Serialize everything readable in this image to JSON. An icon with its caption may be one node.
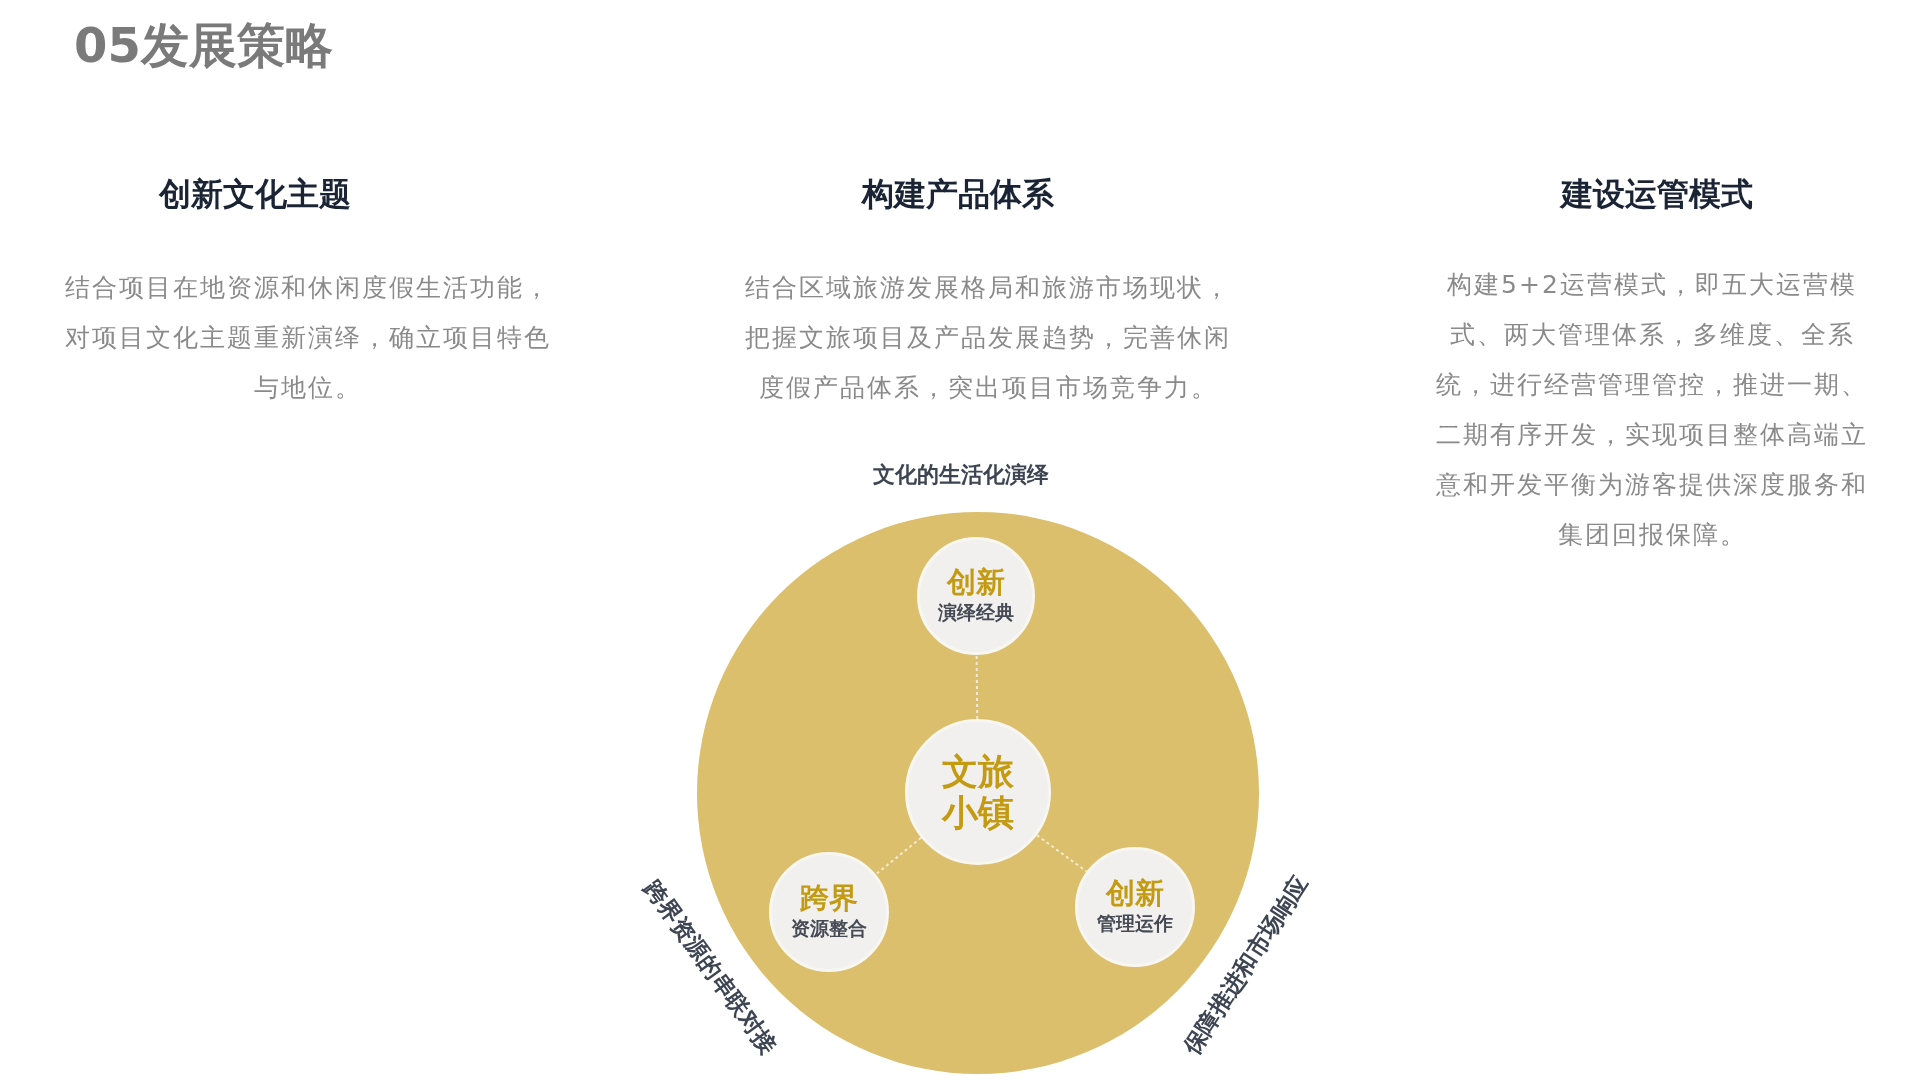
{
  "diagram": {
    "title": "05发展策略",
    "nodes": [
      {
        "text": [],
        "shape": "circle"
      },
      {
        "text": [
          "创新",
          "演绎经典"
        ],
        "in": 0
      },
      {
        "text": [
          "文旅小镇"
        ],
        "in": 0
      },
      {
        "text": [
          "跨界",
          "资源整合"
        ],
        "in": 0
      },
      {
        "text": [
          "创新",
          "管理运作"
        ],
        "in": 0
      }
    ],
    "edges": [
      {
        "from": 2,
        "to": 1,
        "arrow": "none",
        "style": "dashed"
      },
      {
        "from": 2,
        "to": 3,
        "arrow": "none",
        "style": "dashed"
      },
      {
        "from": 2,
        "to": 4,
        "arrow": "none",
        "style": "dashed"
      }
    ],
    "labels": [
      "创新文化主题",
      "构建产品体系",
      "建设运管模式",
      "结合项目在地资源和休闲度假生活功能，对项目文化主题重新演绎，确立项目特色与地位。",
      "结合区域旅游发展格局和旅游市场现状，把握文旅项目及产品发展趋势，完善休闲度假产品体系，突出项目市场竞争力。",
      "构建5+2运营模式，即五大运营模式、两大管理体系，多维度、全系统，进行经营管理管控，推进一期、二期有序开发，实现项目整体高端立意和开发平衡为游客提供深度服务和集团回报保障。",
      "文化的生活化演绎",
      "跨界资源的串联对接",
      "保障推进和市场响应"
    ]
  }
}
